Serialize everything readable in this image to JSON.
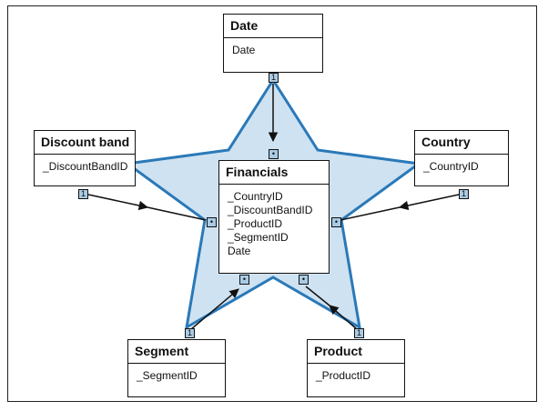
{
  "colors": {
    "star_fill": "#cfe2f1",
    "star_stroke": "#2a79b8",
    "badge_fill": "#a9cbe4",
    "line": "#111111"
  },
  "tables": {
    "date": {
      "title": "Date",
      "fields": [
        "Date"
      ]
    },
    "discount_band": {
      "title": "Discount band",
      "fields": [
        "_DiscountBandID"
      ]
    },
    "country": {
      "title": "Country",
      "fields": [
        "_CountryID"
      ]
    },
    "financials": {
      "title": "Financials",
      "fields": [
        "_CountryID",
        "_DiscountBandID",
        "_ProductID",
        "_SegmentID",
        "Date"
      ]
    },
    "segment": {
      "title": "Segment",
      "fields": [
        "_SegmentID"
      ]
    },
    "product": {
      "title": "Product",
      "fields": [
        "_ProductID"
      ]
    }
  },
  "cardinality": {
    "one": "1",
    "many": "•"
  }
}
